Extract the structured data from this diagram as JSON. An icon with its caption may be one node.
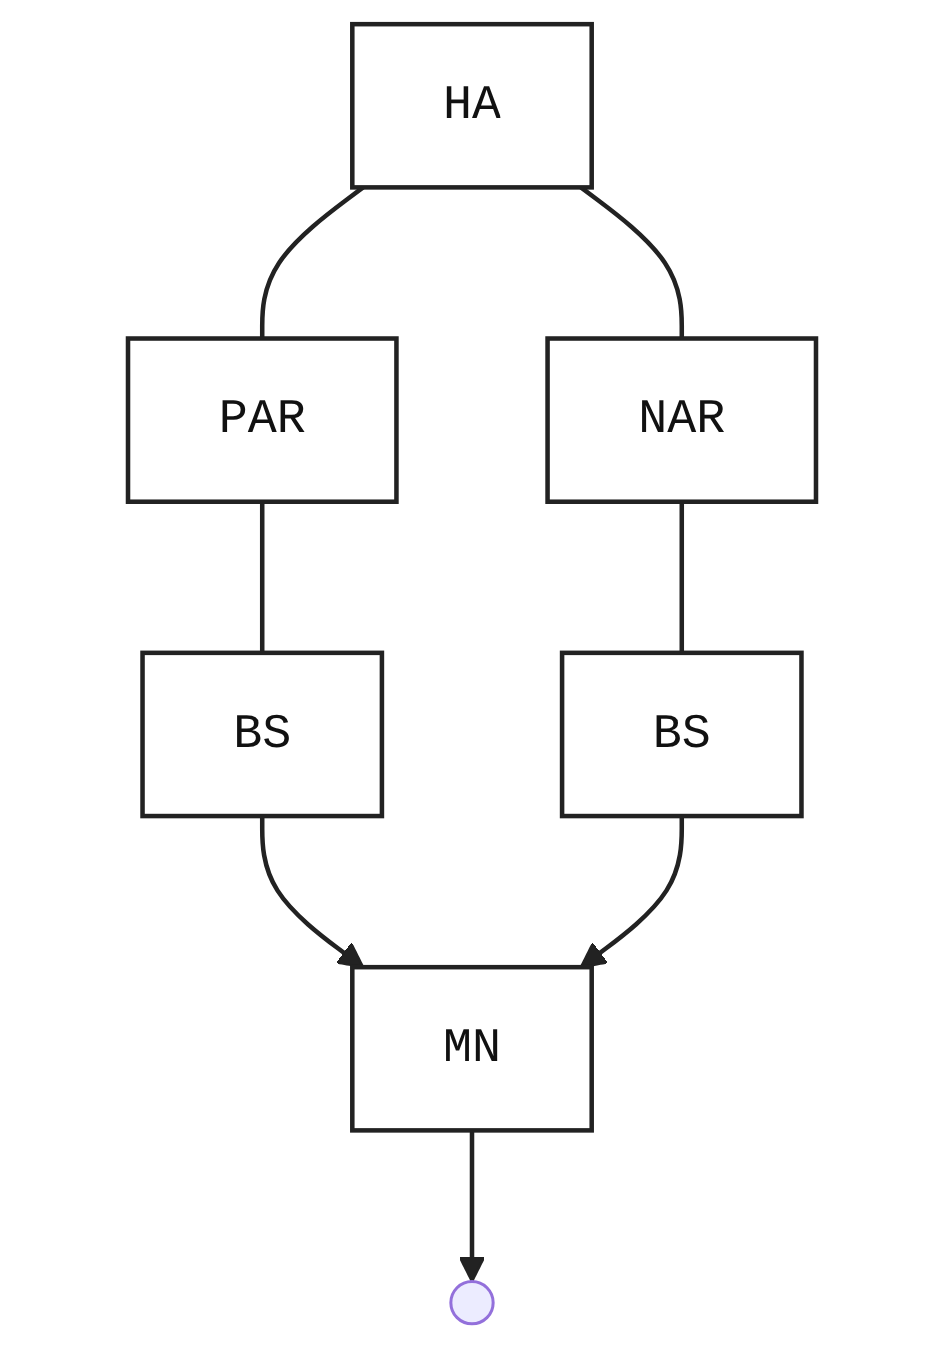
{
  "diagram": {
    "nodes": [
      {
        "text": [
          "HA"
        ]
      },
      {
        "text": [
          "PAR"
        ]
      },
      {
        "text": [
          "NAR"
        ]
      },
      {
        "text": [
          "BS"
        ]
      },
      {
        "text": [
          "BS"
        ]
      },
      {
        "text": [
          "MN"
        ]
      }
    ],
    "edges": [
      {
        "from": 0,
        "to": 1,
        "arrow": "none"
      },
      {
        "from": 0,
        "to": 2,
        "arrow": "none"
      },
      {
        "from": 1,
        "to": 3,
        "arrow": "none"
      },
      {
        "from": 2,
        "to": 4,
        "arrow": "none"
      },
      {
        "from": 3,
        "to": 5,
        "arrow": "to"
      },
      {
        "from": 4,
        "to": 5,
        "arrow": "to"
      },
      {
        "from": 5,
        "to": null,
        "arrow": "to"
      }
    ]
  }
}
